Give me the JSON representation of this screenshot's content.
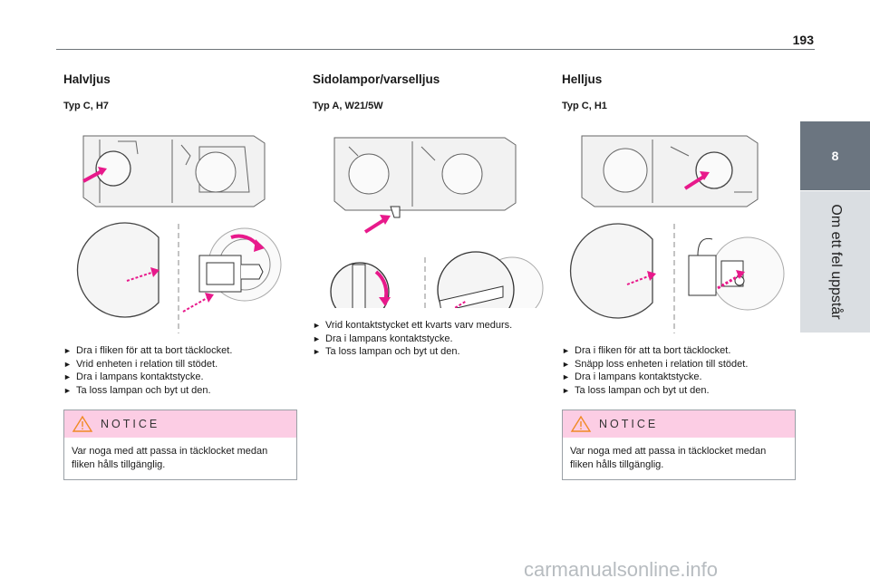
{
  "page": {
    "number": "193"
  },
  "side_tab": {
    "chapter_number": "8",
    "chapter_title": "Om ett fel uppstår"
  },
  "sections": [
    {
      "title": "Halvljus",
      "subtitle": "Typ C, H7",
      "steps": [
        "Dra i fliken för att ta bort täcklocket.",
        "Vrid enheten i relation till stödet.",
        "Dra i lampans kontaktstycke.",
        "Ta loss lampan och byt ut den."
      ],
      "notice": {
        "title": "NOTICE",
        "text": "Var noga med att passa in täcklocket medan fliken hålls tillgänglig."
      }
    },
    {
      "title": "Sidolampor/varselljus",
      "subtitle": "Typ A, W21/5W",
      "steps": [
        "Vrid kontaktstycket ett kvarts varv medurs.",
        "Dra i lampans kontaktstycke.",
        "Ta loss lampan och byt ut den."
      ]
    },
    {
      "title": "Helljus",
      "subtitle": "Typ C, H1",
      "steps": [
        "Dra i fliken för att ta bort täcklocket.",
        "Snäpp loss enheten i relation till stödet.",
        "Dra i lampans kontaktstycke.",
        "Ta loss lampan och byt ut den."
      ],
      "notice": {
        "title": "NOTICE",
        "text": "Var noga med att passa in täcklocket medan fliken hålls tillgänglig."
      }
    }
  ],
  "bullet_glyph": "►",
  "watermark": "carmanualsonline.info",
  "colors": {
    "arrow": "#e8198b",
    "tab_dark": "#6b7580",
    "tab_light": "#dadee2",
    "notice_head": "#fccde4"
  }
}
